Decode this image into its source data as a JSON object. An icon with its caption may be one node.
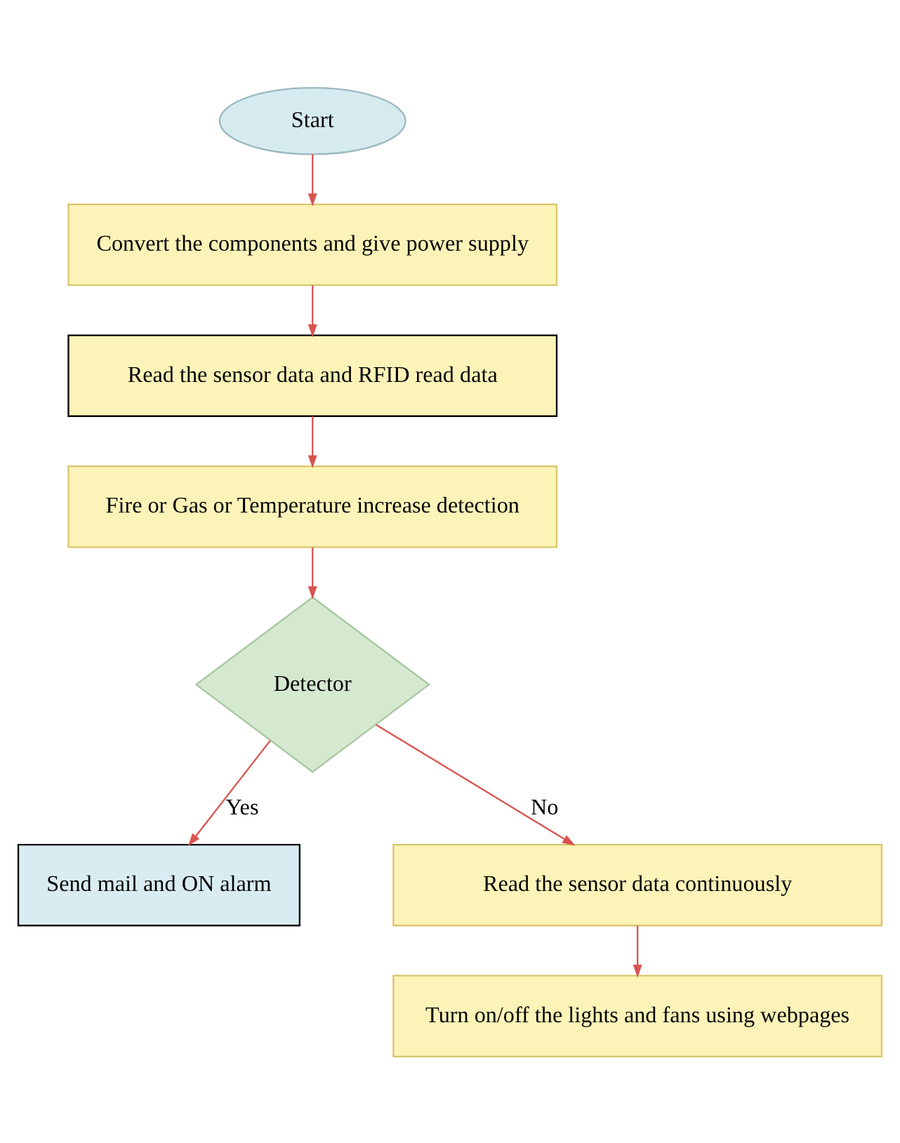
{
  "diagram": {
    "nodes": [
      {
        "text": [
          "Start"
        ]
      },
      {
        "text": [
          "Convert the components and give power supply"
        ]
      },
      {
        "text": [
          "Read the sensor data and RFID read data"
        ]
      },
      {
        "text": [
          "Fire or Gas or Temperature increase detection"
        ]
      },
      {
        "text": [
          "Detector"
        ]
      },
      {
        "text": [
          "Send mail and ON alarm"
        ]
      },
      {
        "text": [
          "Read the sensor data continuously"
        ]
      },
      {
        "text": [
          "Turn on/off the lights and fans using webpages"
        ]
      }
    ],
    "edges": [
      {
        "from": 0,
        "to": 1,
        "arrow": "to"
      },
      {
        "from": 1,
        "to": 2,
        "arrow": "to"
      },
      {
        "from": 2,
        "to": 3,
        "arrow": "to"
      },
      {
        "from": 3,
        "to": 4,
        "arrow": "to"
      },
      {
        "from": 4,
        "to": 5,
        "arrow": "to",
        "label": "Yes"
      },
      {
        "from": 4,
        "to": 6,
        "arrow": "to",
        "label": "No"
      },
      {
        "from": 6,
        "to": 7,
        "arrow": "to"
      }
    ]
  }
}
